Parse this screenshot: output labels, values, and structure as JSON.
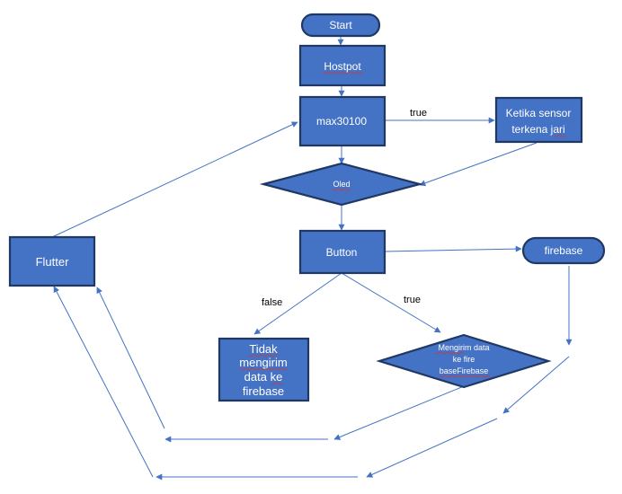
{
  "nodes": {
    "start": "Start",
    "hostpot": "Hostpot",
    "max30100": "max30100",
    "ketika_line1": "Ketika sensor",
    "ketika_line2": "terkena jari",
    "oled": "Oled",
    "button": "Button",
    "firebase": "firebase",
    "flutter": "Flutter",
    "tidak_line1": "Tidak",
    "tidak_line2": "mengirim",
    "tidak_line3": "data ke",
    "tidak_line4": "firebase",
    "mengirim_line1": "Mengirim data",
    "mengirim_line2": "ke fire",
    "mengirim_line3": "baseFirebase"
  },
  "edges": {
    "true_sensor": "true",
    "false_button": "false",
    "true_button": "true"
  },
  "colors": {
    "node_fill": "#4472c4",
    "node_border": "#1f3864",
    "edge": "#4472c4",
    "spellcheck": "#e03030"
  }
}
